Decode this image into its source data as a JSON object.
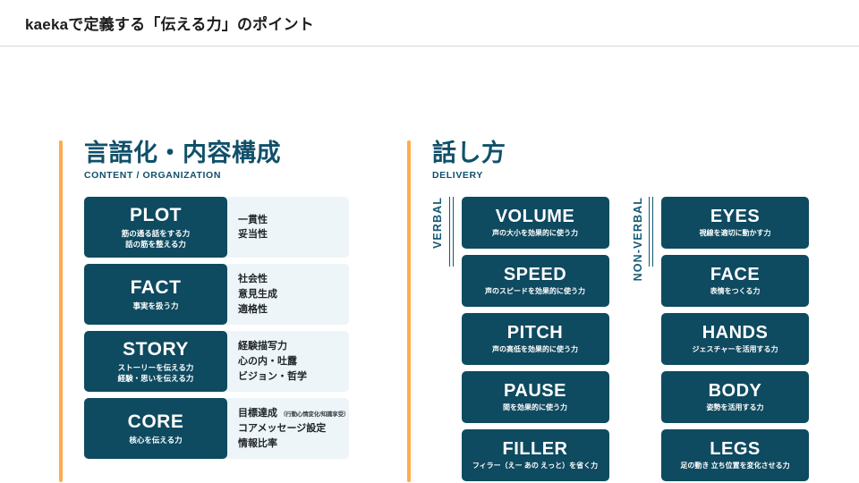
{
  "header": {
    "title": "kaekaで定義する「伝える力」のポイント"
  },
  "sections": {
    "content": {
      "heading": "言語化・内容構成",
      "subheading": "CONTENT / ORGANIZATION",
      "rows": [
        {
          "title": "PLOT",
          "desc_line1": "筋の通る話をする力",
          "desc_line2": "話の筋を整える力",
          "points": [
            "一貫性",
            "妥当性"
          ]
        },
        {
          "title": "FACT",
          "desc_line1": "事実を扱う力",
          "desc_line2": "",
          "points": [
            "社会性",
            "意見生成",
            "適格性"
          ]
        },
        {
          "title": "STORY",
          "desc_line1": "ストーリーを伝える力",
          "desc_line2": "経験・思いを伝える力",
          "points": [
            "経験描写力",
            "心の内・吐露",
            "ビジョン・哲学"
          ]
        },
        {
          "title": "CORE",
          "desc_line1": "核心を伝える力",
          "desc_line2": "",
          "points": [
            "目標達成",
            "コアメッセージ設定",
            "情報比率"
          ],
          "point_note": "（行動心情変化/知識享受）"
        }
      ]
    },
    "delivery": {
      "heading": "話し方",
      "subheading": "DELIVERY",
      "groups": [
        {
          "label": "VERBAL",
          "cards": [
            {
              "title": "VOLUME",
              "desc": "声の大小を効果的に使う力"
            },
            {
              "title": "SPEED",
              "desc": "声のスピードを効果的に使う力"
            },
            {
              "title": "PITCH",
              "desc": "声の高低を効果的に使う力"
            },
            {
              "title": "PAUSE",
              "desc": "間を効果的に使う力"
            },
            {
              "title": "FILLER",
              "desc": "フィラー（えー あの えっと）を省く力"
            }
          ]
        },
        {
          "label": "NON-VERBAL",
          "cards": [
            {
              "title": "EYES",
              "desc": "視線を適切に動かす力"
            },
            {
              "title": "FACE",
              "desc": "表情をつくる力"
            },
            {
              "title": "HANDS",
              "desc": "ジェスチャーを活用する力"
            },
            {
              "title": "BODY",
              "desc": "姿勢を活用する力"
            },
            {
              "title": "LEGS",
              "desc": "足の動き 立ち位置を変化させる力"
            }
          ]
        }
      ]
    }
  },
  "colors": {
    "card_dark": "#0e4a60",
    "panel_light": "#edf5f8",
    "accent_orange": "#ffab4d",
    "heading_teal": "#10506a"
  }
}
